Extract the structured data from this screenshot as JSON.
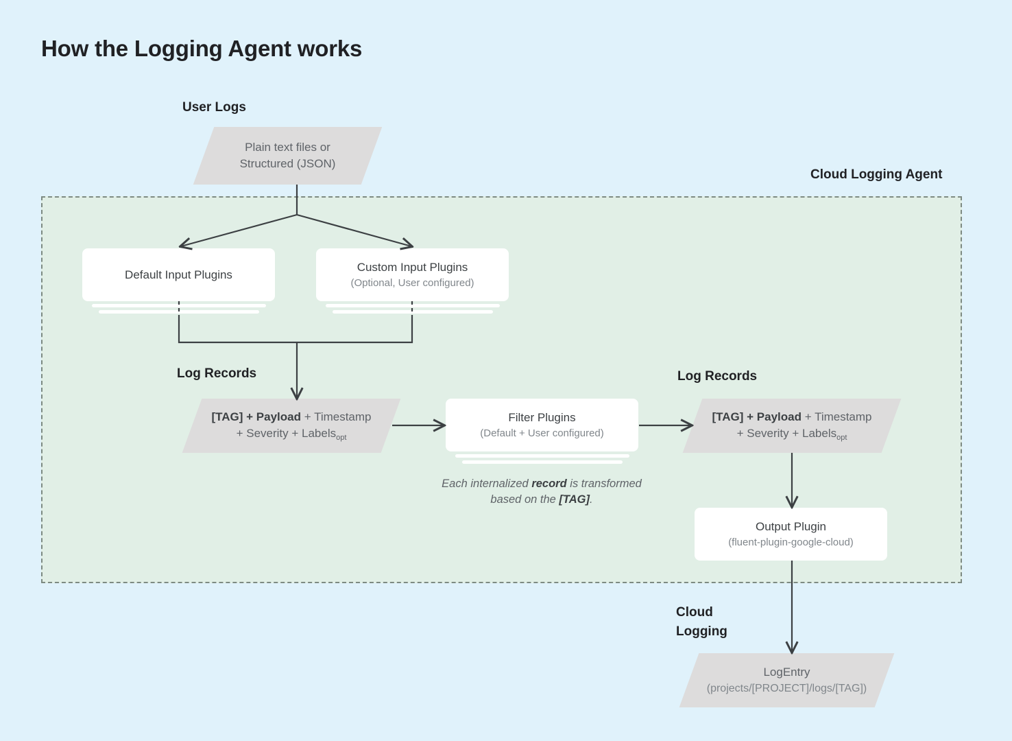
{
  "title": "How the Logging Agent works",
  "colors": {
    "background": "#e0f2fb",
    "agent_panel": "#e1efe6",
    "panel_border": "#7d8a82",
    "parallelogram": "#dddcdc",
    "card": "#ffffff",
    "text_primary": "#202124",
    "text_secondary": "#5f6368",
    "text_muted": "#80868b",
    "connector": "#3c4043"
  },
  "labels": {
    "user_logs": "User Logs",
    "cloud_logging_agent": "Cloud Logging Agent",
    "log_records_left": "Log Records",
    "log_records_right": "Log Records",
    "cloud_logging_line1": "Cloud",
    "cloud_logging_line2": "Logging"
  },
  "nodes": {
    "user_logs_source": {
      "line1": "Plain text files or",
      "line2": "Structured (JSON)"
    },
    "default_input_plugins": {
      "title": "Default Input Plugins",
      "subtitle": ""
    },
    "custom_input_plugins": {
      "title": "Custom Input Plugins",
      "subtitle": "(Optional, User configured)"
    },
    "log_record_left": {
      "bold1": "[TAG] + Payload",
      "rest1": " + Timestamp",
      "line2": "+ Severity + Labels",
      "sub": "opt"
    },
    "filter_plugins": {
      "title": "Filter Plugins",
      "subtitle": "(Default + User configured)"
    },
    "log_record_right": {
      "bold1": "[TAG] + Payload",
      "rest1": " + Timestamp",
      "line2": "+ Severity + Labels",
      "sub": "opt"
    },
    "output_plugin": {
      "title": "Output Plugin",
      "subtitle": "(fluent-plugin-google-cloud)"
    },
    "log_entry": {
      "title": "LogEntry",
      "subtitle": "(projects/[PROJECT]/logs/[TAG])"
    }
  },
  "note": {
    "line1_pre": "Each internalized ",
    "line1_bold": "record",
    "line1_post": " is",
    "line2_pre": "transformed based on the ",
    "line2_bold": "[TAG]",
    "line2_post": "."
  }
}
